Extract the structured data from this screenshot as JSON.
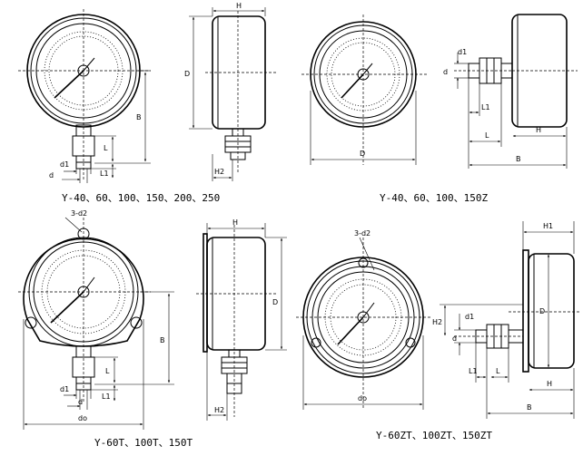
{
  "captions": {
    "y_std": "Y-40、60、100、150、200、250",
    "y_z": "Y-40、60、100、150Z",
    "y_t": "Y-60T、100T、150T",
    "y_zt": "Y-60ZT、100ZT、150ZT"
  },
  "labels": {
    "H": "H",
    "D": "D",
    "B": "B",
    "L": "L",
    "L1": "L1",
    "d": "d",
    "d1": "d1",
    "H1": "H1",
    "H2": "H2",
    "d2": "3-d2",
    "do": "do"
  }
}
